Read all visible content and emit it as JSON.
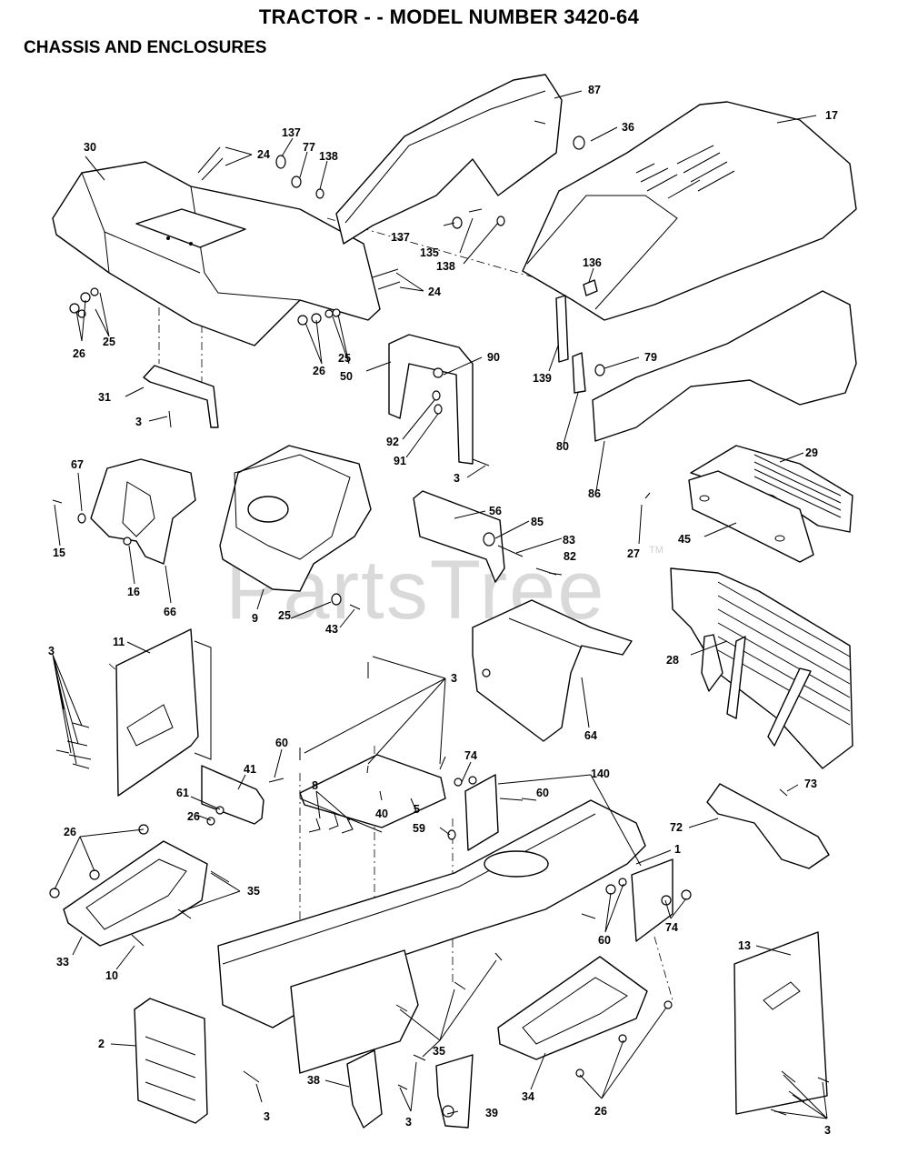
{
  "header": {
    "title": "TRACTOR - - MODEL NUMBER 3420-64",
    "subtitle": "CHASSIS AND ENCLOSURES"
  },
  "watermark": {
    "text": "PartsTree",
    "trademark": "TM"
  },
  "callouts": [
    {
      "id": "c30",
      "text": "30"
    },
    {
      "id": "c24a",
      "text": "24"
    },
    {
      "id": "c137a",
      "text": "137"
    },
    {
      "id": "c77",
      "text": "77"
    },
    {
      "id": "c138a",
      "text": "138"
    },
    {
      "id": "c87",
      "text": "87"
    },
    {
      "id": "c36",
      "text": "36"
    },
    {
      "id": "c17",
      "text": "17"
    },
    {
      "id": "c137b",
      "text": "137"
    },
    {
      "id": "c135",
      "text": "135"
    },
    {
      "id": "c138b",
      "text": "138"
    },
    {
      "id": "c136",
      "text": "136"
    },
    {
      "id": "c24b",
      "text": "24"
    },
    {
      "id": "c26a",
      "text": "26"
    },
    {
      "id": "c25a",
      "text": "25"
    },
    {
      "id": "c26b",
      "text": "26"
    },
    {
      "id": "c25b",
      "text": "25"
    },
    {
      "id": "c50",
      "text": "50"
    },
    {
      "id": "c90",
      "text": "90"
    },
    {
      "id": "c79",
      "text": "79"
    },
    {
      "id": "c139",
      "text": "139"
    },
    {
      "id": "c31",
      "text": "31"
    },
    {
      "id": "c3a",
      "text": "3"
    },
    {
      "id": "c92",
      "text": "92"
    },
    {
      "id": "c91",
      "text": "91"
    },
    {
      "id": "c80",
      "text": "80"
    },
    {
      "id": "c86",
      "text": "86"
    },
    {
      "id": "c3b",
      "text": "3"
    },
    {
      "id": "c29",
      "text": "29"
    },
    {
      "id": "c67",
      "text": "67"
    },
    {
      "id": "c56",
      "text": "56"
    },
    {
      "id": "c85",
      "text": "85"
    },
    {
      "id": "c83",
      "text": "83"
    },
    {
      "id": "c27",
      "text": "27"
    },
    {
      "id": "c45",
      "text": "45"
    },
    {
      "id": "c82",
      "text": "82"
    },
    {
      "id": "c15",
      "text": "15"
    },
    {
      "id": "c16",
      "text": "16"
    },
    {
      "id": "c66",
      "text": "66"
    },
    {
      "id": "c9",
      "text": "9"
    },
    {
      "id": "c25c",
      "text": "25"
    },
    {
      "id": "c43",
      "text": "43"
    },
    {
      "id": "c28",
      "text": "28"
    },
    {
      "id": "c11",
      "text": "11"
    },
    {
      "id": "c3c",
      "text": "3"
    },
    {
      "id": "c64",
      "text": "64"
    },
    {
      "id": "c3d",
      "text": "3"
    },
    {
      "id": "c41",
      "text": "41"
    },
    {
      "id": "c60a",
      "text": "60"
    },
    {
      "id": "c74a",
      "text": "74"
    },
    {
      "id": "c140",
      "text": "140"
    },
    {
      "id": "c60b",
      "text": "60"
    },
    {
      "id": "c61",
      "text": "61"
    },
    {
      "id": "c26c",
      "text": "26"
    },
    {
      "id": "c8",
      "text": "8"
    },
    {
      "id": "c40",
      "text": "40"
    },
    {
      "id": "c5",
      "text": "5"
    },
    {
      "id": "c59",
      "text": "59"
    },
    {
      "id": "c73",
      "text": "73"
    },
    {
      "id": "c72",
      "text": "72"
    },
    {
      "id": "c26d",
      "text": "26"
    },
    {
      "id": "c1",
      "text": "1"
    },
    {
      "id": "c35a",
      "text": "35"
    },
    {
      "id": "c60c",
      "text": "60"
    },
    {
      "id": "c74b",
      "text": "74"
    },
    {
      "id": "c33",
      "text": "33"
    },
    {
      "id": "c10",
      "text": "10"
    },
    {
      "id": "c13",
      "text": "13"
    },
    {
      "id": "c2",
      "text": "2"
    },
    {
      "id": "c35b",
      "text": "35"
    },
    {
      "id": "c38",
      "text": "38"
    },
    {
      "id": "c34",
      "text": "34"
    },
    {
      "id": "c3e",
      "text": "3"
    },
    {
      "id": "c3f",
      "text": "3"
    },
    {
      "id": "c39",
      "text": "39"
    },
    {
      "id": "c26e",
      "text": "26"
    },
    {
      "id": "c3g",
      "text": "3"
    }
  ]
}
